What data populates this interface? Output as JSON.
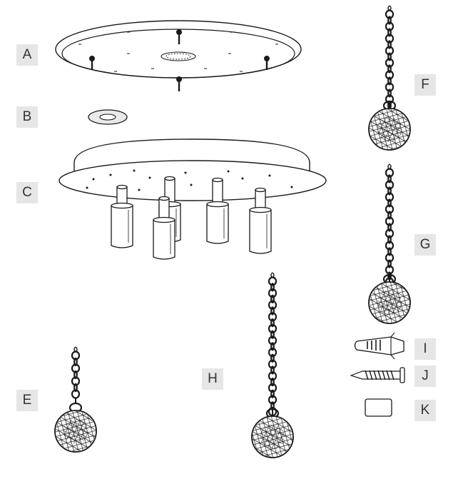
{
  "labels": {
    "a": "A",
    "b": "B",
    "c": "C",
    "e": "E",
    "f": "F",
    "g": "G",
    "h": "H",
    "i": "I",
    "j": "J",
    "k": "K"
  },
  "colors": {
    "line": "#1a1a1a",
    "label_bg": "#e6e6e6",
    "label_text": "#333333"
  },
  "icons": {
    "mounting_plate": "round-mounting-plate-with-screws",
    "washer": "ring-washer",
    "canopy": "ceiling-canopy-with-five-lamp-holders",
    "crystal_pendant": "crystal-ball-on-chain",
    "wall_plug": "wall-plug-anchor",
    "screw": "wood-screw",
    "small_part": "rectangular-block"
  }
}
